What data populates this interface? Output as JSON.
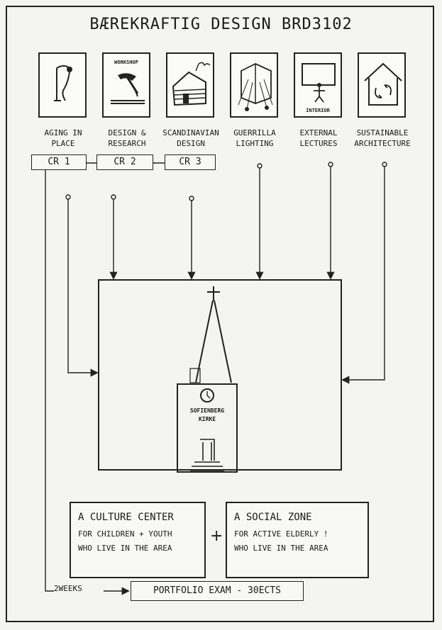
{
  "title": "BÆREKRAFTIG DESIGN BRD3102",
  "modules": [
    {
      "id": "aging",
      "label": "AGING IN\nPLACE",
      "icon": "walking-person-icon",
      "caption": ""
    },
    {
      "id": "design-research",
      "label": "DESIGN &\nRESEARCH",
      "icon": "hammer-icon",
      "caption": "WORKSHOP"
    },
    {
      "id": "scandinavian",
      "label": "SCANDINAVIAN\nDESIGN",
      "icon": "log-cabin-icon",
      "caption": ""
    },
    {
      "id": "guerrilla",
      "label": "GUERRILLA\nLIGHTING",
      "icon": "spotlight-icon",
      "caption": ""
    },
    {
      "id": "external",
      "label": "EXTERNAL\nLECTURES",
      "icon": "lecturer-icon",
      "caption": "INTERIOR"
    },
    {
      "id": "sustainable",
      "label": "SUSTAINABLE\nARCHITECTURE",
      "icon": "recycle-house-icon",
      "caption": ""
    }
  ],
  "credits": [
    "CR 1",
    "CR 2",
    "CR 3"
  ],
  "church": {
    "name_line1": "SOFIENBERG",
    "name_line2": "KIRKE"
  },
  "goals": [
    {
      "title": "A CULTURE CENTER",
      "line1": "FOR CHILDREN + YOUTH",
      "line2": "WHO LIVE IN THE AREA"
    },
    {
      "title": "A SOCIAL ZONE",
      "line1": "FOR ACTIVE ELDERLY !",
      "line2": "WHO LIVE IN THE AREA"
    }
  ],
  "plus_sign": "+",
  "timeline": {
    "duration": "2WEEKS",
    "exam": "PORTFOLIO EXAM - 30ECTS"
  }
}
